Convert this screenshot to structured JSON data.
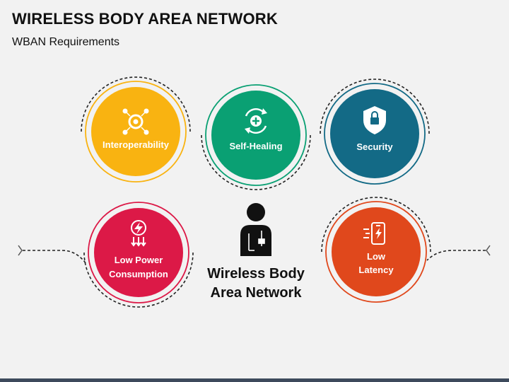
{
  "header": {
    "title": "WIRELESS BODY AREA NETWORK",
    "subtitle": "WBAN Requirements"
  },
  "center": {
    "line1": "Wireless Body",
    "line2": "Area Network"
  },
  "nodes": [
    {
      "line1": "Interoperability",
      "line2": "",
      "icon": "gear-network-icon",
      "color": "#f9b311"
    },
    {
      "line1": "Self-Healing",
      "line2": "",
      "icon": "cycle-plus-icon",
      "color": "#0aa073"
    },
    {
      "line1": "Security",
      "line2": "",
      "icon": "shield-lock-icon",
      "color": "#136a86"
    },
    {
      "line1": "Low Power",
      "line2": "Consumption",
      "icon": "power-bolt-icon",
      "color": "#dc1947"
    },
    {
      "line1": "Low",
      "line2": "Latency",
      "icon": "fast-phone-icon",
      "color": "#e0481c"
    }
  ],
  "colors": {
    "ring_stroke": "#222222",
    "text_dark": "#111111",
    "background": "#f2f2f2",
    "bottom_bar": "#3d4a5c"
  }
}
